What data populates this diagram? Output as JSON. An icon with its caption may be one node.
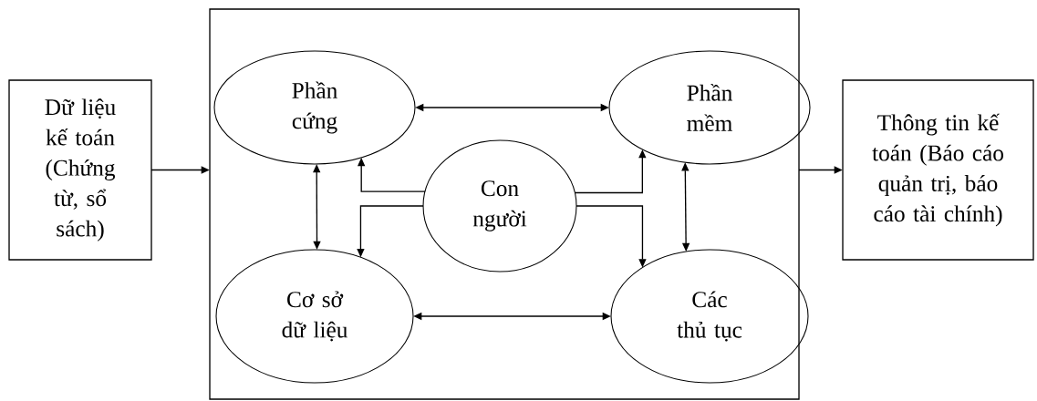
{
  "diagram": {
    "nodes": [
      {
        "text": [
          "Dữ liệu kế toán (Chứng từ, sổ sách)"
        ]
      },
      {
        "text": [],
        "shape": "box"
      },
      {
        "text": [
          "Phần cứng"
        ],
        "in": 1
      },
      {
        "text": [
          "Phần mềm"
        ],
        "in": 1
      },
      {
        "text": [
          "Con người"
        ],
        "in": 1
      },
      {
        "text": [
          "Cơ sở dữ liệu"
        ],
        "in": 1
      },
      {
        "text": [
          "Các thủ tục"
        ],
        "in": 1
      },
      {
        "text": [
          "Thông tin kế toán (Báo cáo quản trị, báo cáo tài chính)"
        ]
      }
    ],
    "edges": [
      {
        "from": 0,
        "to": 1,
        "arrow": "to"
      },
      {
        "from": 1,
        "to": 7,
        "arrow": "to"
      },
      {
        "from": 2,
        "to": 3,
        "arrow": "both"
      },
      {
        "from": 2,
        "to": 5,
        "arrow": "both"
      },
      {
        "from": 3,
        "to": 6,
        "arrow": "both"
      },
      {
        "from": 5,
        "to": 6,
        "arrow": "both"
      },
      {
        "from": 4,
        "to": 2,
        "arrow": "to"
      },
      {
        "from": 4,
        "to": 5,
        "arrow": "to"
      },
      {
        "from": 4,
        "to": 3,
        "arrow": "to"
      },
      {
        "from": 4,
        "to": 6,
        "arrow": "to"
      }
    ]
  }
}
